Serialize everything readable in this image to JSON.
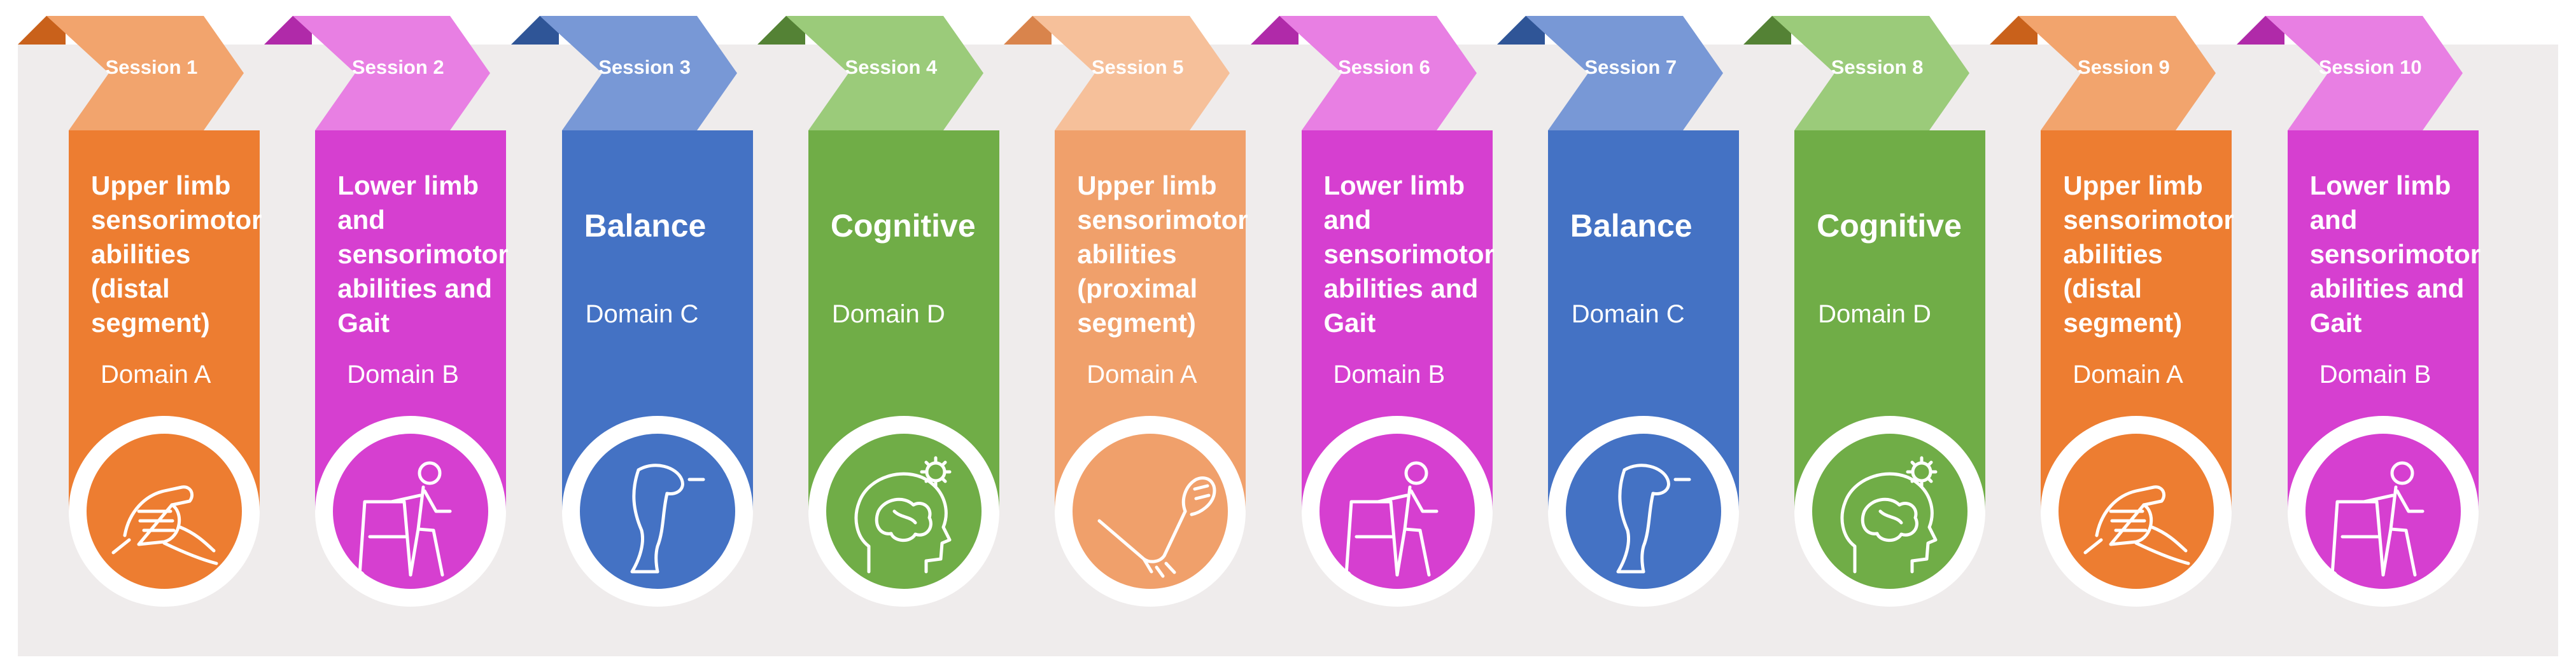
{
  "sessions": [
    {
      "session": "Session 1",
      "lines": [
        "Upper limb",
        "sensorimotor",
        "abilities",
        "(distal",
        "segment)"
      ],
      "domain": "Domain A",
      "icon": "hand-grip-icon",
      "color": "#ed7d31",
      "light": "#f2a46d",
      "edge": "#c9611b"
    },
    {
      "session": "Session 2",
      "lines": [
        "Lower limb",
        "and",
        "sensorimotor",
        "abilities and",
        "Gait"
      ],
      "domain": "Domain B",
      "icon": "walker-person-icon",
      "color": "#d63fd0",
      "light": "#e87fe3",
      "edge": "#b02aa9"
    },
    {
      "session": "Session 3",
      "lines": [
        "Balance"
      ],
      "domain": "Domain C",
      "icon": "leg-balance-icon",
      "color": "#4472c4",
      "light": "#7898d6",
      "edge": "#2f5597"
    },
    {
      "session": "Session 4",
      "lines": [
        "Cognitive"
      ],
      "domain": "Domain D",
      "icon": "brain-gear-icon",
      "color": "#70ad47",
      "light": "#9bcb7a",
      "edge": "#548235"
    },
    {
      "session": "Session 5",
      "lines": [
        "Upper limb",
        "sensorimotor",
        "abilities",
        "(proximal",
        "segment)"
      ],
      "domain": "Domain A",
      "icon": "arm-flex-icon",
      "color": "#f0a06b",
      "light": "#f6c09a",
      "edge": "#d9844c"
    },
    {
      "session": "Session 6",
      "lines": [
        "Lower limb",
        "and",
        "sensorimotor",
        "abilities and",
        "Gait"
      ],
      "domain": "Domain B",
      "icon": "walker-person-icon",
      "color": "#d63fd0",
      "light": "#e87fe3",
      "edge": "#b02aa9"
    },
    {
      "session": "Session 7",
      "lines": [
        "Balance"
      ],
      "domain": "Domain C",
      "icon": "leg-balance-icon",
      "color": "#4472c4",
      "light": "#7898d6",
      "edge": "#2f5597"
    },
    {
      "session": "Session 8",
      "lines": [
        "Cognitive"
      ],
      "domain": "Domain D",
      "icon": "brain-gear-icon",
      "color": "#70ad47",
      "light": "#9bcb7a",
      "edge": "#548235"
    },
    {
      "session": "Session 9",
      "lines": [
        "Upper limb",
        "sensorimotor",
        "abilities",
        "(distal",
        "segment)"
      ],
      "domain": "Domain A",
      "icon": "hand-grip-icon",
      "color": "#ed7d31",
      "light": "#f2a46d",
      "edge": "#c9611b"
    },
    {
      "session": "Session 10",
      "lines": [
        "Lower limb",
        "and",
        "sensorimotor",
        "abilities and",
        "Gait"
      ],
      "domain": "Domain B",
      "icon": "walker-person-icon",
      "color": "#d63fd0",
      "light": "#e87fe3",
      "edge": "#b02aa9"
    }
  ]
}
